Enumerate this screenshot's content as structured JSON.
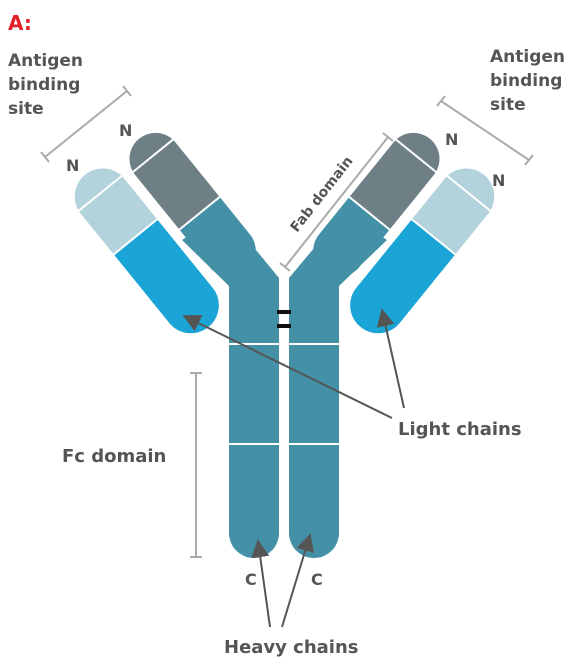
{
  "panel_label": "A:",
  "labels": {
    "antigen_left": [
      "Antigen",
      "binding",
      "site"
    ],
    "antigen_right": [
      "Antigen",
      "binding",
      "site"
    ],
    "n_terminus": "N",
    "c_terminus": "C",
    "fab_domain": "Fab domain",
    "fc_domain": "Fc domain",
    "light_chains": "Light chains",
    "heavy_chains": "Heavy chains"
  },
  "colors": {
    "panel_label": "#e3202a",
    "text": "#555555",
    "heavy_variable": "#6f7f86",
    "heavy_constant": "#4490a6",
    "light_variable": "#b2d2dc",
    "light_constant": "#1aa5d6",
    "bracket": "#aaaaaa",
    "arrow": "#555555",
    "disulfide": "#111111"
  }
}
